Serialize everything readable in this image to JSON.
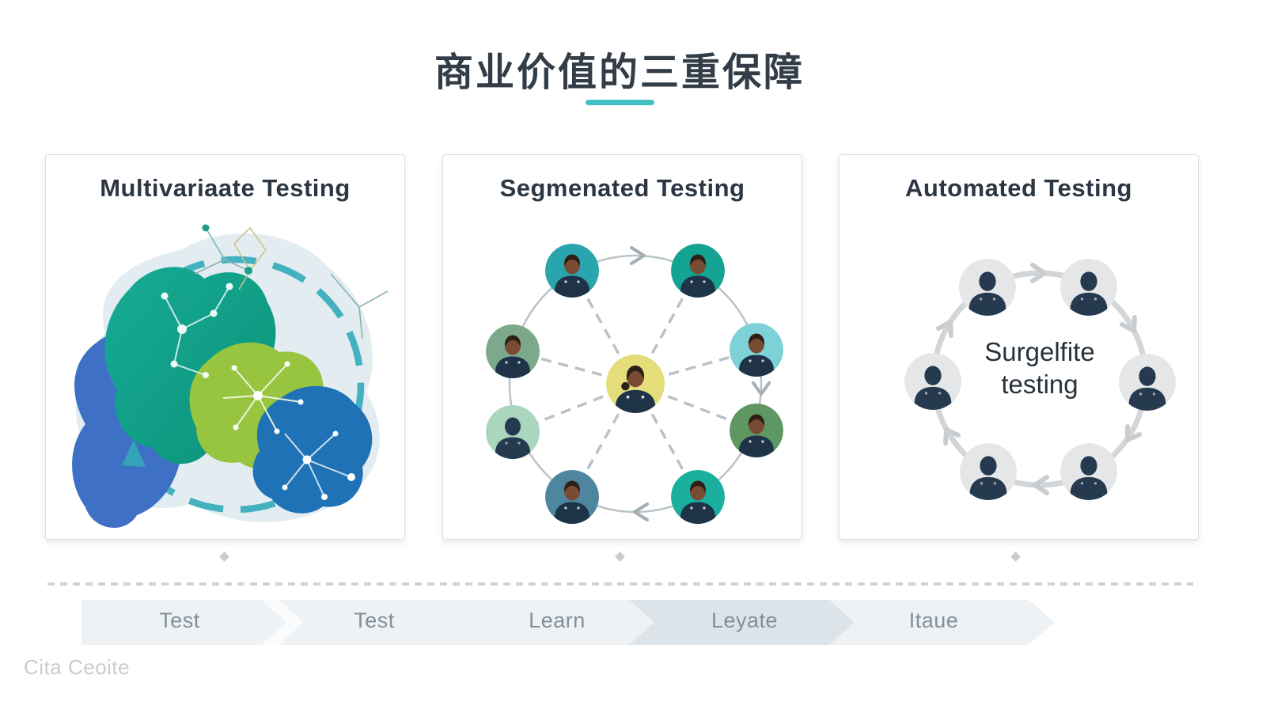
{
  "title": {
    "text": "商业价值的三重保障"
  },
  "cards": [
    {
      "title": "Multivariaate Testing"
    },
    {
      "title": "Segmenated Testing"
    },
    {
      "title": "Automated Testing",
      "center_label": "Surgelfite\ntesting"
    }
  ],
  "flow_steps": [
    {
      "label": "Test"
    },
    {
      "label": "Test"
    },
    {
      "label": "Learn"
    },
    {
      "label": "Leyate"
    },
    {
      "label": "Itaue"
    }
  ],
  "watermark": {
    "text": "Cita Ceoite"
  },
  "colors": {
    "accent": "#44bfc6",
    "title_text": "#333d47",
    "card_border": "#d9dde0",
    "flow_bar": "#eff2f4",
    "flow_bar_highlight": "#dde4e9",
    "flow_text": "#7f909b",
    "avatar_navy": "#1e3347",
    "avatar_skin": "#794b33",
    "center_circle_yellow": "#e5dc7a",
    "blob_blue": "#3e70c6",
    "blob_teal": "#12a190",
    "blob_lime": "#97c53f",
    "blob_deep_blue": "#1f72b5"
  }
}
